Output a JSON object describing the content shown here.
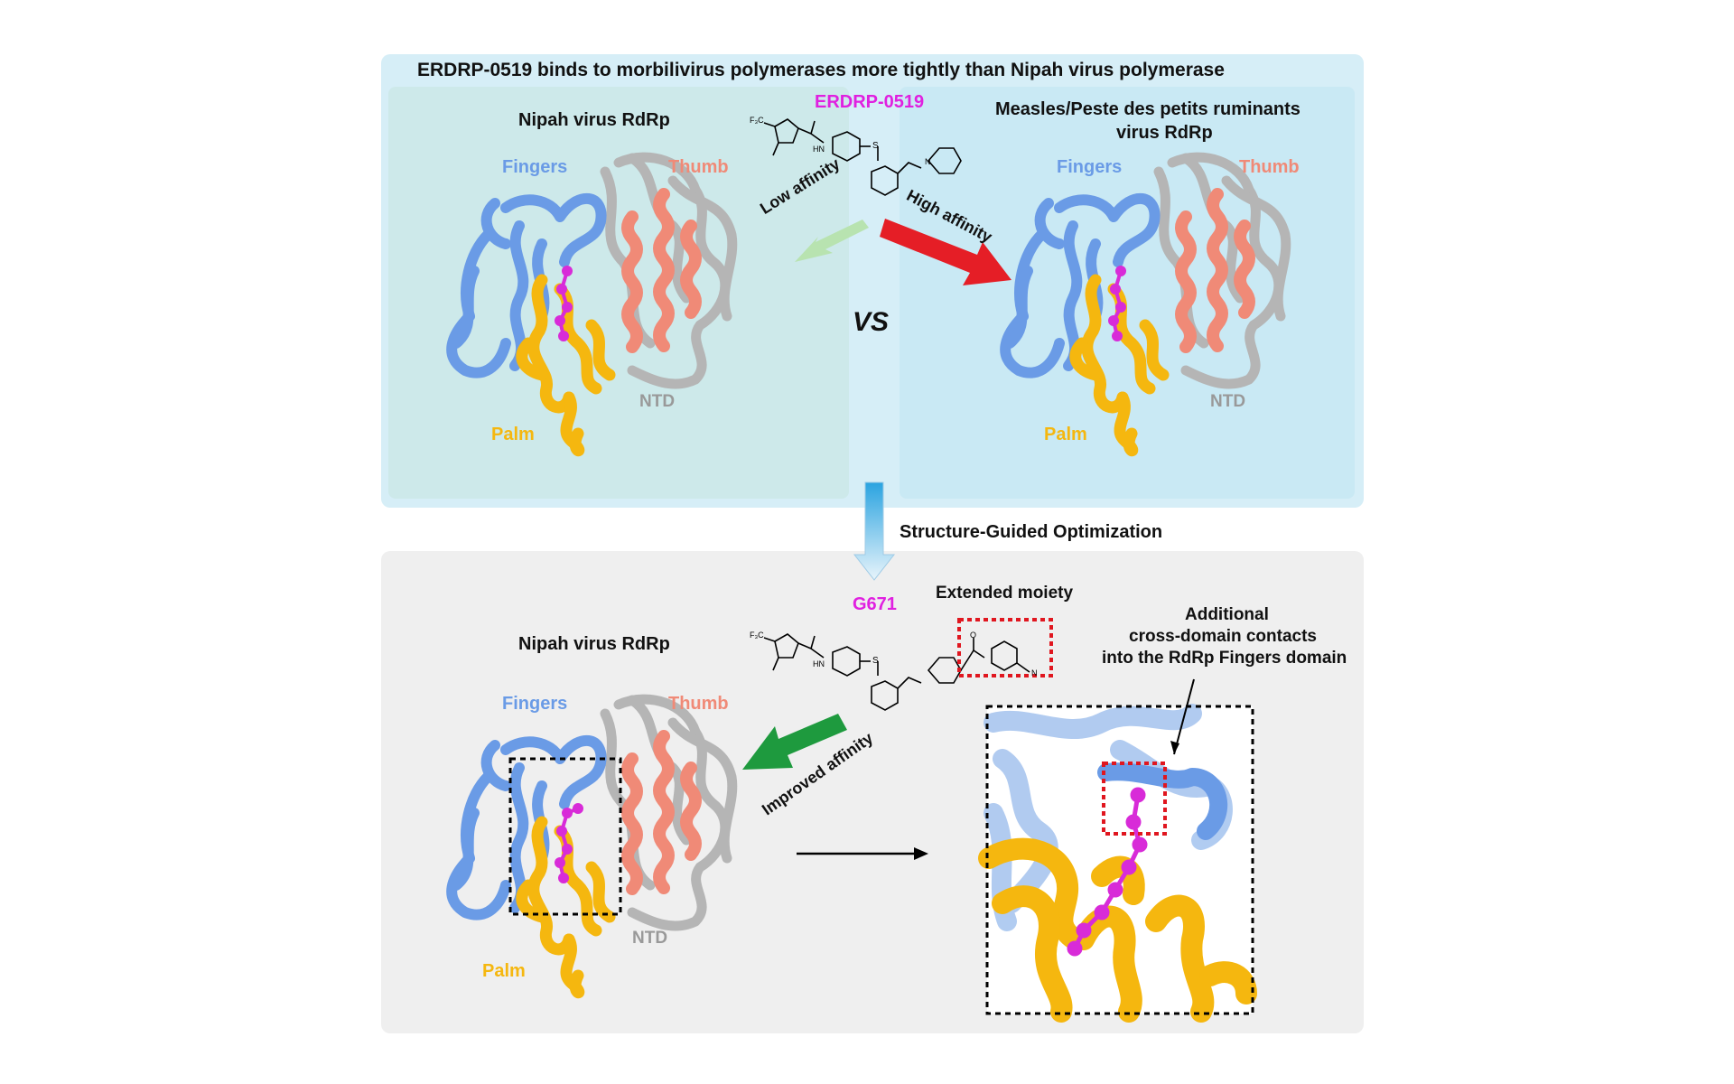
{
  "top_panel": {
    "title": "ERDRP-0519 binds to morbilivirus polymerases more tightly than Nipah virus polymerase",
    "compound": "ERDRP-0519",
    "left": {
      "title": "Nipah virus RdRp",
      "fingers": "Fingers",
      "thumb": "Thumb",
      "ntd": "NTD",
      "palm": "Palm"
    },
    "right": {
      "title_line1": "Measles/Peste des petits ruminants",
      "title_line2": "virus RdRp",
      "fingers": "Fingers",
      "thumb": "Thumb",
      "ntd": "NTD",
      "palm": "Palm"
    },
    "low_affinity": "Low affinity",
    "high_affinity": "High affinity",
    "vs": "VS"
  },
  "transition": {
    "label": "Structure-Guided Optimization"
  },
  "bottom_panel": {
    "compound": "G671",
    "extended_moiety": "Extended moiety",
    "left": {
      "title": "Nipah virus RdRp",
      "fingers": "Fingers",
      "thumb": "Thumb",
      "ntd": "NTD",
      "palm": "Palm"
    },
    "improved_affinity": "Improved affinity",
    "callout_line1": "Additional",
    "callout_line2": "cross-domain contacts",
    "callout_line3": "into the RdRp Fingers domain"
  },
  "chem_labels": {
    "cf3": "F₃C",
    "nh": "HN",
    "n": "N",
    "s": "S",
    "o": "O"
  },
  "colors": {
    "fingers": "#6a9be6",
    "thumb": "#f08a77",
    "ntd": "#b5b5b5",
    "palm": "#f5b70f",
    "ligand": "#d82bd8",
    "compound_label": "#e020e0",
    "top_bg": "#d6eef7",
    "top_left_bg": "#cde9ea",
    "top_right_bg": "#c9e9f4",
    "bottom_bg": "#efefef",
    "low_arrow": "#b8e3b0",
    "high_arrow": "#e51e26",
    "improved_arrow": "#1e9a3e"
  }
}
